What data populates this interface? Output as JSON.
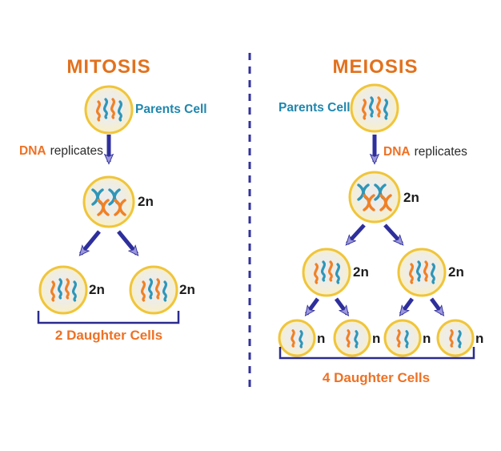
{
  "mitosis": {
    "title": "MITOSIS",
    "parent_label": "Parents Cell",
    "dna_bold": "DNA",
    "dna_rest": "replicates",
    "replicated_ploidy": "2n",
    "daughter_ploidy": [
      "2n",
      "2n"
    ],
    "caption": "2 Daughter Cells"
  },
  "meiosis": {
    "title": "MEIOSIS",
    "parent_label": "Parents Cell",
    "dna_bold": "DNA",
    "dna_rest": "replicates",
    "replicated_ploidy": "2n",
    "intermediate_ploidy": [
      "2n",
      "2n"
    ],
    "daughter_ploidy": [
      "n",
      "n",
      "n",
      "n"
    ],
    "caption": "4 Daughter Cells"
  },
  "colors": {
    "title_orange": "#E2711D",
    "caption_orange": "#EE7124",
    "label_teal": "#1F87AE",
    "arrow_indigo": "#2E2F9C",
    "arrowhead_lavender": "#9B97DB",
    "bracket_navy": "#2B2B8E",
    "cell_border_yellow": "#F0C53A",
    "chromosome_orange": "#F08126",
    "chromosome_teal": "#2E96B8"
  }
}
